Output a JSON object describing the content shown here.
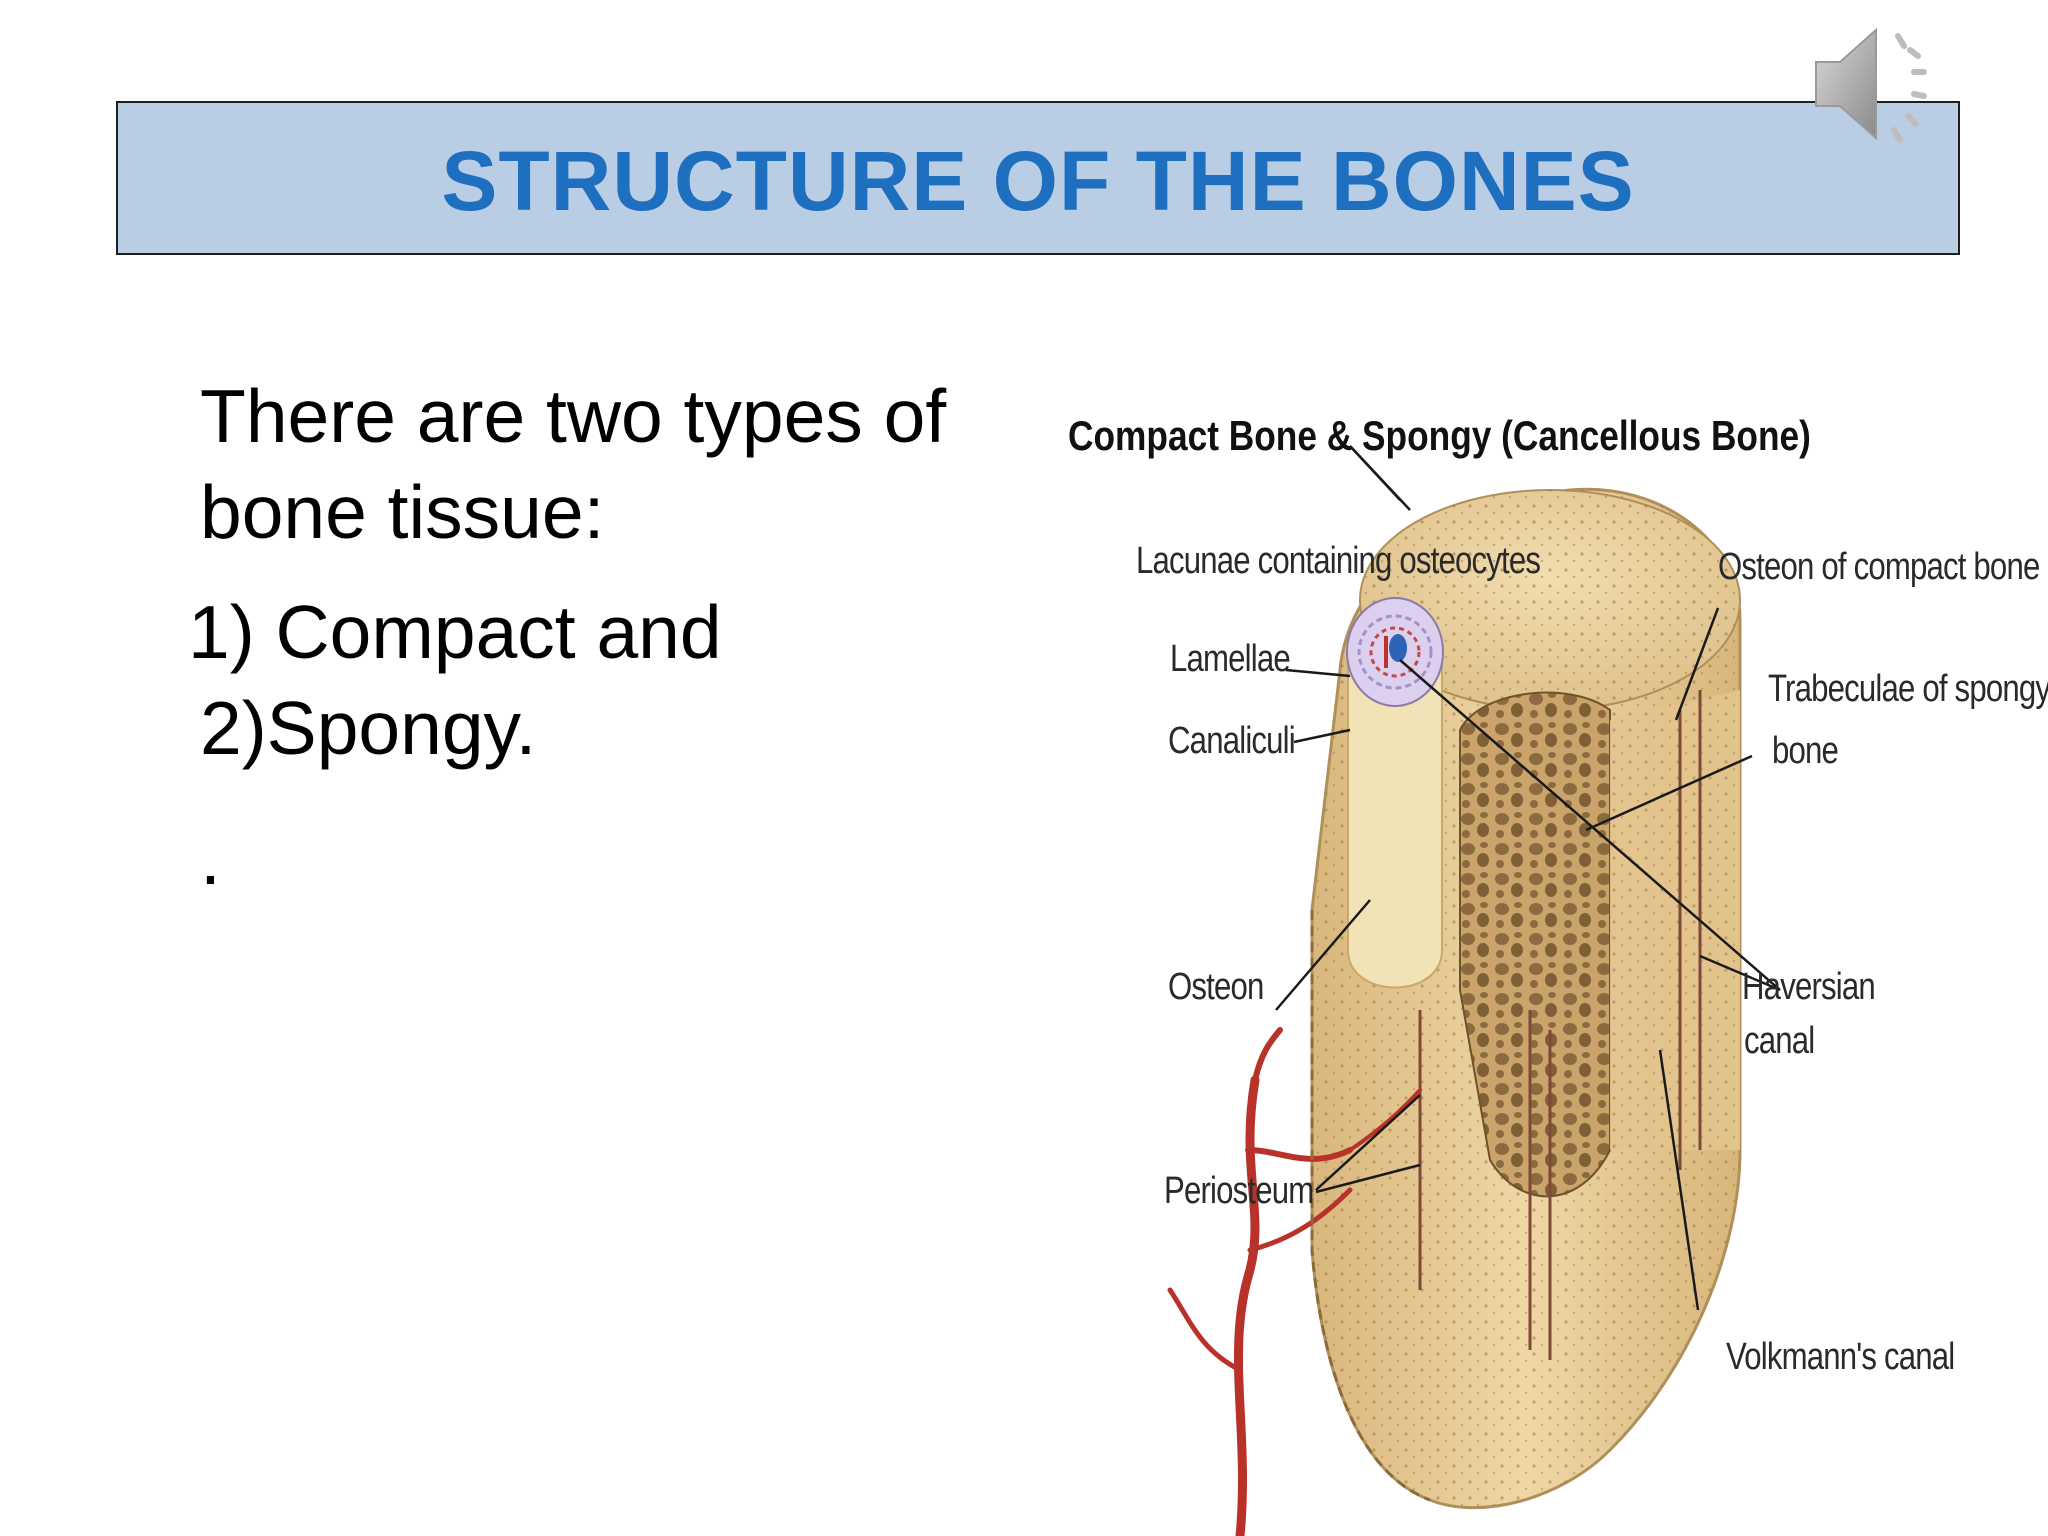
{
  "slide": {
    "title": "STRUCTURE OF THE BONES",
    "body": {
      "line1": "There are two types of",
      "line2": "bone tissue:",
      "line3": "1) Compact and",
      "line4": "2)Spongy.",
      "line5": "."
    }
  },
  "diagram": {
    "title": "Compact Bone & Spongy (Cancellous Bone)",
    "labels": {
      "lacunae": "Lacunae containing osteocytes",
      "osteon_compact": "Osteon of compact bone",
      "lamellae": "Lamellae",
      "trabeculae_1": "Trabeculae of spongy",
      "trabeculae_2": "bone",
      "canaliculi": "Canaliculi",
      "osteon": "Osteon",
      "haversian_1": "Haversian",
      "haversian_2": "canal",
      "periosteum": "Periosteum",
      "volkmann": "Volkmann's canal"
    }
  },
  "icons": {
    "audio": "speaker-icon"
  },
  "colors": {
    "title_bg": "#b9cde5",
    "title_text": "#1f6fc0",
    "bone": "#e9cf9c",
    "vessel": "#b8322a"
  }
}
